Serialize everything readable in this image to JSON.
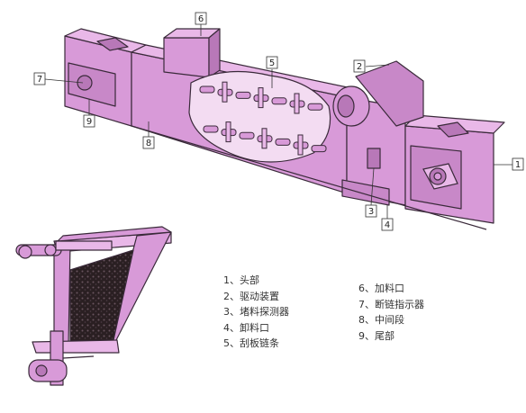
{
  "callouts": {
    "c1": "1",
    "c2": "2",
    "c3": "3",
    "c4": "4",
    "c5": "5",
    "c6": "6",
    "c7": "7",
    "c8": "8",
    "c9": "9"
  },
  "legend": {
    "left": [
      "1、头部",
      "2、驱动装置",
      "3、堵料探测器",
      "4、卸料口",
      "5、刮板链条"
    ],
    "right": [
      "6、加料口",
      "7、断链指示器",
      "8、中间段",
      "9、尾部"
    ]
  },
  "colors": {
    "body": "#d89ad8",
    "body_light": "#e9b8e8",
    "body_dark": "#b878b8",
    "outline": "#3a2a3a",
    "coal": "#2a1f22"
  }
}
